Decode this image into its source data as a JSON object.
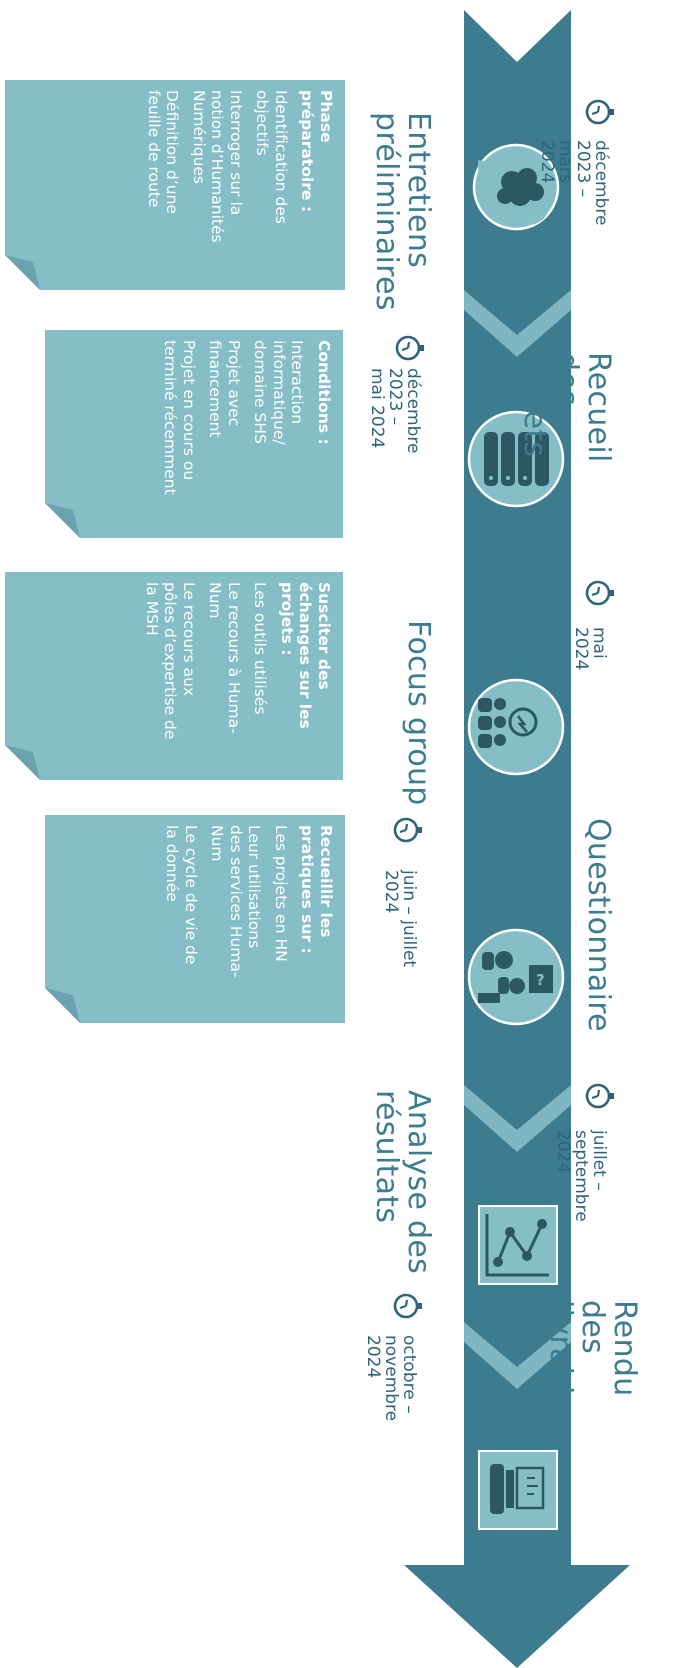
{
  "colors": {
    "arrow": "#3d7b8e",
    "chevron": "#7fb6c2",
    "note_paper": "#86bec8",
    "note_fold": "#6aa3ad",
    "icon_fill": "#86bec8",
    "icon_dark": "#2c5866",
    "title": "#3d7b8e"
  },
  "phases": [
    {
      "title": "Entretiens\npréliminaires",
      "date": "décembre 2023 –\nmars 2024",
      "icon": "brain-cloud-icon",
      "note": {
        "title": "Phase\npréparatoire :",
        "items": [
          "Identification des\nobjectifs",
          "Interroger sur la\nnotion d’Humanités\nNumériques",
          "Définition d’une\nfeuille de route"
        ]
      }
    },
    {
      "title": "Recueil des\nprojets HN",
      "date": "décembre\n2023 –\nmai 2024",
      "icon": "database-icon",
      "note": {
        "title": "Conditions :",
        "items": [
          "Interaction\ninformatique/\ndomaine SHS",
          "Projet avec\nfinancement",
          "Projet en cours ou\nterminé récemment"
        ]
      }
    },
    {
      "title": "Focus group",
      "date": "mai 2024",
      "icon": "group-idea-icon",
      "note": {
        "title": "Susciter des\néchanges sur les\nprojets :",
        "items": [
          "Les outils utilisés",
          "Le recours à Huma-\nNum",
          "Le recours aux\npôles d’expertise de\nla MSH"
        ]
      }
    },
    {
      "title": "Questionnaire",
      "date": "juin – juillet\n2024",
      "icon": "survey-people-icon",
      "note": {
        "title": "Recueillir les\npratiques sur :",
        "items": [
          "Les projets en HN",
          "Leur utilisations\ndes services Huma-\nNum",
          "Le cycle de vie de\nla donnée"
        ]
      }
    },
    {
      "title": "Analyse des\nrésultats",
      "date": "juillet –\nseptembre 2024",
      "icon": "line-chart-icon"
    },
    {
      "title": "Rendu des\nlivrables",
      "date": "octobre –\nnovembre\n2024",
      "icon": "typewriter-icon"
    }
  ]
}
